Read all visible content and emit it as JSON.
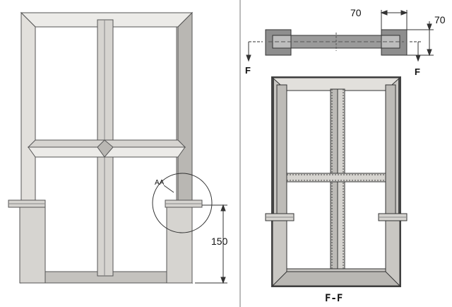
{
  "labels": {
    "detail_callout": "AA",
    "height_dimension": "150",
    "top_width_dimension": "70",
    "top_height_dimension": "70",
    "section_arrow_left": "F",
    "section_arrow_right": "F",
    "section_title": "F-F"
  },
  "colors": {
    "frame_face": "#d6d4d0",
    "frame_shade": "#b9b7b3",
    "frame_highlight": "#ecebe8",
    "outline": "#555555",
    "section_dark": "#444444",
    "section_fill": "#c9c7c3",
    "top_view_fill": "#8e8e8e",
    "background": "#ffffff"
  }
}
